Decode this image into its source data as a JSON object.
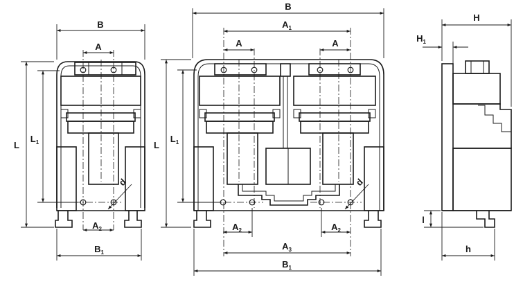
{
  "views": {
    "single": {
      "labels": {
        "B": "B",
        "A": "A",
        "L": "L",
        "L1": "L1",
        "A2": "A2",
        "B1": "B1",
        "d": "d"
      }
    },
    "double": {
      "labels": {
        "B": "B",
        "A1": "A1",
        "A_left": "A",
        "A_right": "A",
        "L": "L",
        "L1": "L1",
        "A2_left": "A2",
        "A2_right": "A2",
        "A3": "A3",
        "B1": "B1",
        "d": "d"
      }
    },
    "side": {
      "labels": {
        "H": "H",
        "H1": "H1",
        "l": "l",
        "h": "h"
      }
    }
  }
}
